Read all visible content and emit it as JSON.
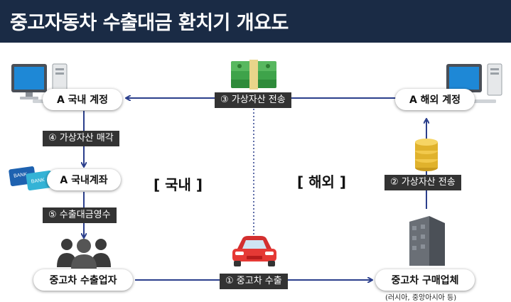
{
  "title": "중고자동차 수출대금 환치기 개요도",
  "nodes": {
    "a_domestic_account": "A 국내 계정",
    "a_overseas_account": "A 해외 계정",
    "a_domestic_bank": "A 국내계좌",
    "exporter": "중고차 수출업자",
    "buyer": "중고차 구매업체",
    "buyer_note": "(러시아, 중앙아시아 등)"
  },
  "steps": {
    "s1": "① 중고차 수출",
    "s2": "② 가상자산 전송",
    "s3": "③ 가상자산 전송",
    "s4": "④ 가상자산 매각",
    "s5": "⑤ 수출대금영수"
  },
  "regions": {
    "domestic": "[ 국내 ]",
    "overseas": "[ 해외 ]"
  },
  "icons": {
    "bank_card_text": "BANK"
  },
  "colors": {
    "header_bg": "#1a2b45",
    "arrow": "#2b3f8c",
    "tag_bg": "#333333"
  }
}
